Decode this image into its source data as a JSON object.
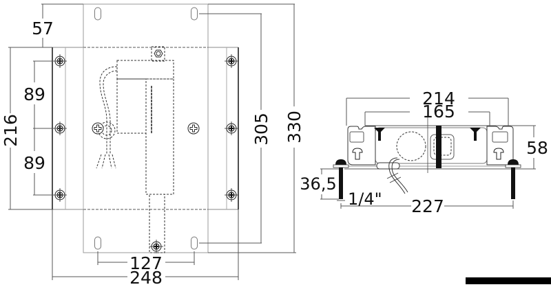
{
  "diagram": {
    "type": "mechanical-dimension-drawing",
    "views": {
      "front": {
        "description": "Front view of mounting plate with actuator (hidden lines)",
        "dimensions": {
          "top_offset": "57",
          "pitch_upper": "89",
          "pitch_lower": "89",
          "bracket_height": "216",
          "slot_vertical_spacing": "305",
          "plate_height": "330",
          "slot_horizontal_spacing": "127",
          "overall_width": "248"
        }
      },
      "side": {
        "description": "Side/section view of rail bracket with bolts",
        "dimensions": {
          "outer_width": "214",
          "inner_width": "165",
          "height": "58",
          "bolt_length": "36,5",
          "bolt_diameter": "1/4\"",
          "bolt_spacing": "227"
        }
      }
    },
    "colors": {
      "line": "#222222",
      "thin_line": "#8a8a8a",
      "hidden_line": "#444444",
      "fill_dark": "#111111",
      "background": "#ffffff"
    },
    "icons": [
      "phillips-screw-icon",
      "slot-hole-icon",
      "hex-nut-icon",
      "bolt-icon"
    ]
  }
}
